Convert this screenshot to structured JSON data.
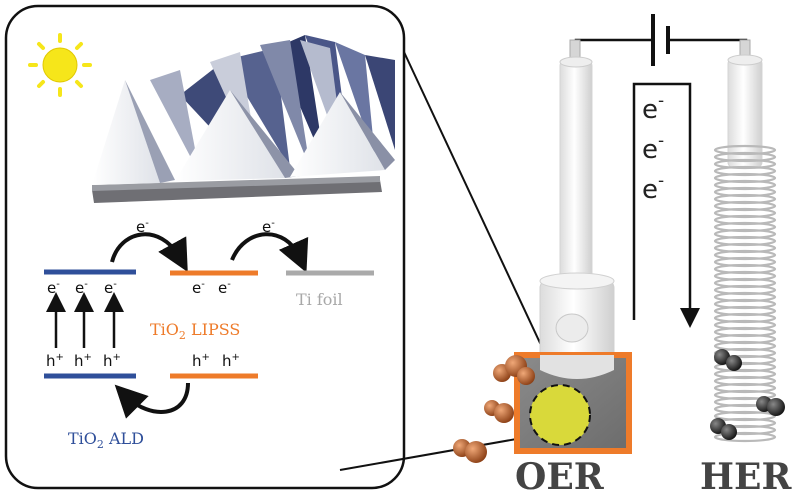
{
  "colors": {
    "ald_blue": "#2f4f9a",
    "lipss_orange": "#ee7b2a",
    "foil_gray": "#aaaaaa",
    "sun_yellow": "#f6e61a",
    "spot_yellow": "#d9d93a",
    "oxygen_brown": "#b5602e",
    "hydrogen_black": "#2a2a2a"
  },
  "inset": {
    "electron_transfer_1": "e",
    "electron_transfer_2": "e",
    "ald_electrons": [
      "e",
      "e",
      "e"
    ],
    "lipss_electrons": [
      "e",
      "e"
    ],
    "ald_holes": [
      "h",
      "h",
      "h"
    ],
    "lipss_holes": [
      "h",
      "h"
    ],
    "charge_minus": "-",
    "charge_plus": "+",
    "tio2_lipss_prefix": "TiO",
    "tio2_lipss_sub": "2",
    "tio2_lipss_suffix": " LIPSS",
    "ti_foil": "Ti foil",
    "tio2_ald_prefix": "TiO",
    "tio2_ald_sub": "2",
    "tio2_ald_suffix": " ALD"
  },
  "cell": {
    "wire_electrons": [
      "e",
      "e",
      "e"
    ],
    "charge_minus": "-",
    "oer_label": "OER",
    "her_label": "HER"
  }
}
